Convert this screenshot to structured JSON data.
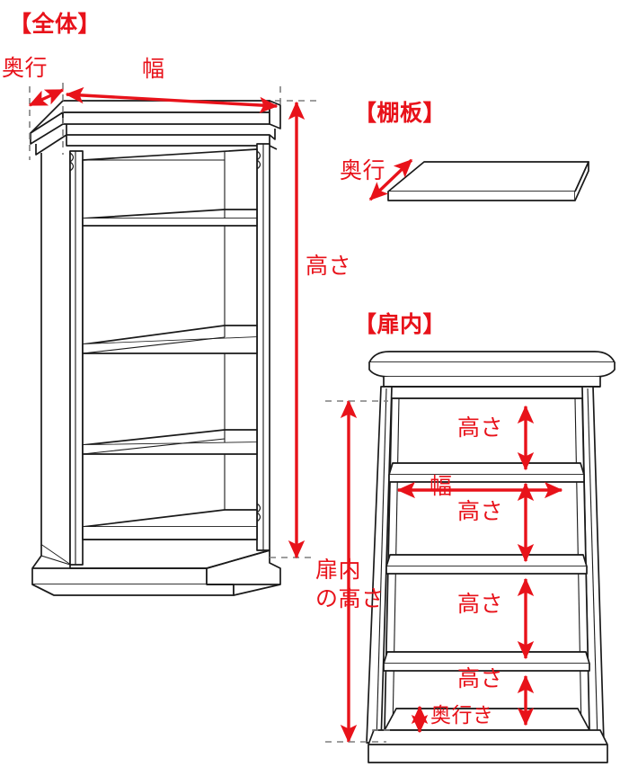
{
  "document": {
    "type": "furniture-dimension-diagram",
    "language": "ja",
    "background_color": "#ffffff",
    "accent_color": "#e8121a",
    "line_color": "#1a1a1a",
    "guide_color": "#7f7f7f"
  },
  "sections": {
    "overall": {
      "title": "【全体】",
      "labels": {
        "depth": "奥行",
        "width": "幅",
        "height": "高さ",
        "inner_door_height_line1": "扉内",
        "inner_door_height_line2": "の高さ"
      }
    },
    "shelf_board": {
      "title": "【棚板】",
      "labels": {
        "depth": "奥行"
      }
    },
    "inside_door": {
      "title": "【扉内】",
      "labels": {
        "height_1": "高さ",
        "width": "幅",
        "height_2": "高さ",
        "height_3": "高さ",
        "height_4": "高さ",
        "depth": "奥行き"
      }
    }
  },
  "annotations": {
    "dimension_terms": [
      "奥行",
      "幅",
      "高さ",
      "扉内の高さ",
      "奥行き"
    ],
    "section_titles": [
      "【全体】",
      "【棚板】",
      "【扉内】"
    ],
    "arrow_count": 11,
    "shelf_count_overall": 3,
    "shelf_count_inside": 3
  }
}
